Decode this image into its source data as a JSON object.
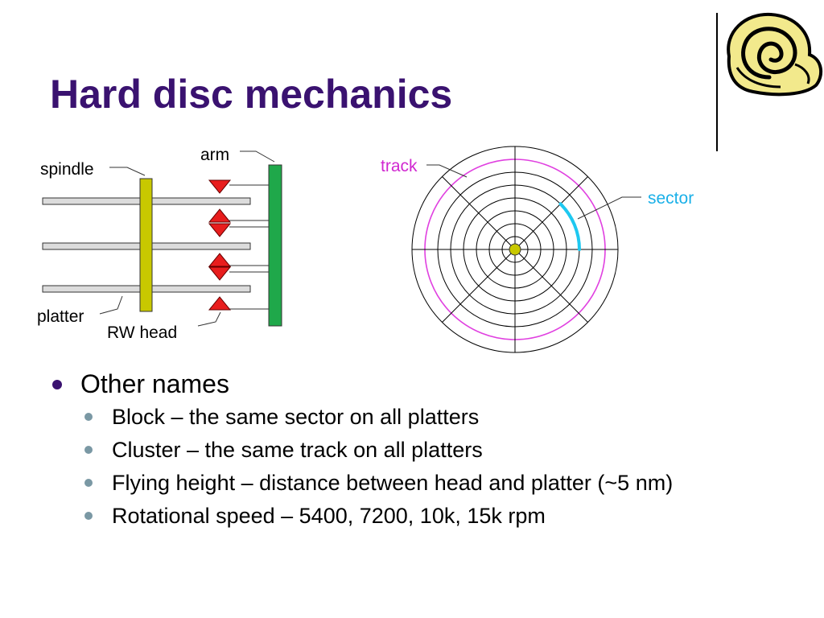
{
  "title": "Hard disc mechanics",
  "mechanism": {
    "labels": {
      "spindle": "spindle",
      "arm": "arm",
      "platter": "platter",
      "rw_head": "RW head"
    },
    "platter_count": 3
  },
  "disc": {
    "labels": {
      "track": "track",
      "sector": "sector"
    }
  },
  "colors": {
    "title": "#3a1270",
    "spindle": "#c8c800",
    "arm": "#1fa84a",
    "head": "#e81d1d",
    "track": "#e040e0",
    "sector": "#1ec8f0",
    "label_track": "#d028d0",
    "label_sector": "#1ab0e8"
  },
  "bullets": {
    "main": "Other names",
    "items": [
      "Block – the same sector on all platters",
      "Cluster – the same track on all platters",
      "Flying height – distance between head and platter (~5 nm)",
      "Rotational speed – 5400, 7200, 10k, 15k rpm"
    ]
  },
  "logo_icon": "snail-shell-icon"
}
